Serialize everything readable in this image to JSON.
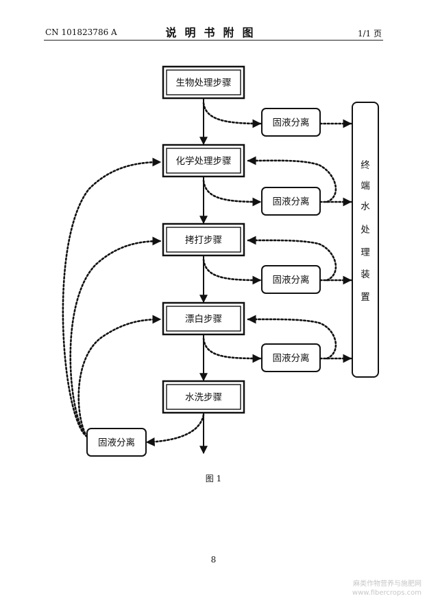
{
  "header": {
    "doc_number": "CN 101823786 A",
    "section_title": "说明书附图",
    "page_of": "1/1 页"
  },
  "diagram": {
    "process_steps": [
      "生物处理步骤",
      "化学处理步骤",
      "拷打步骤",
      "漂白步骤",
      "水洗步骤"
    ],
    "separators": [
      "固液分离",
      "固液分离",
      "固液分离",
      "固液分离"
    ],
    "bottom_separator": "固液分离",
    "terminal": [
      "终",
      "端",
      "水",
      "处",
      "理",
      "装",
      "置"
    ]
  },
  "caption": "图 1",
  "page_number": "8",
  "watermark": {
    "line1": "麻类作物营养与施肥网",
    "line2": "www.fibercrops.com"
  }
}
